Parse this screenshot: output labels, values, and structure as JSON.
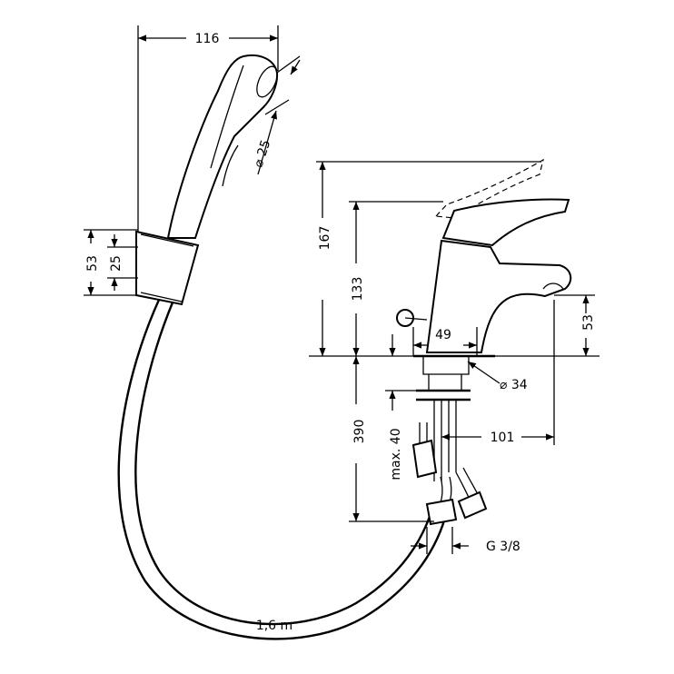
{
  "dimensions": {
    "hand_shower_width": "116",
    "hand_shower_diameter": "⌀ 25",
    "holder_height_outer": "53",
    "holder_height_inner": "25",
    "mixer_height_lever": "167",
    "mixer_height_body": "133",
    "spout_height": "53",
    "base_width": "49",
    "hole_diameter": "⌀ 34",
    "connection_length": "390",
    "max_thickness": "max. 40",
    "spout_reach": "101",
    "thread": "G 3/8",
    "hose_length": "1,6 m"
  },
  "colors": {
    "ink": "#000000",
    "paper": "#ffffff"
  }
}
